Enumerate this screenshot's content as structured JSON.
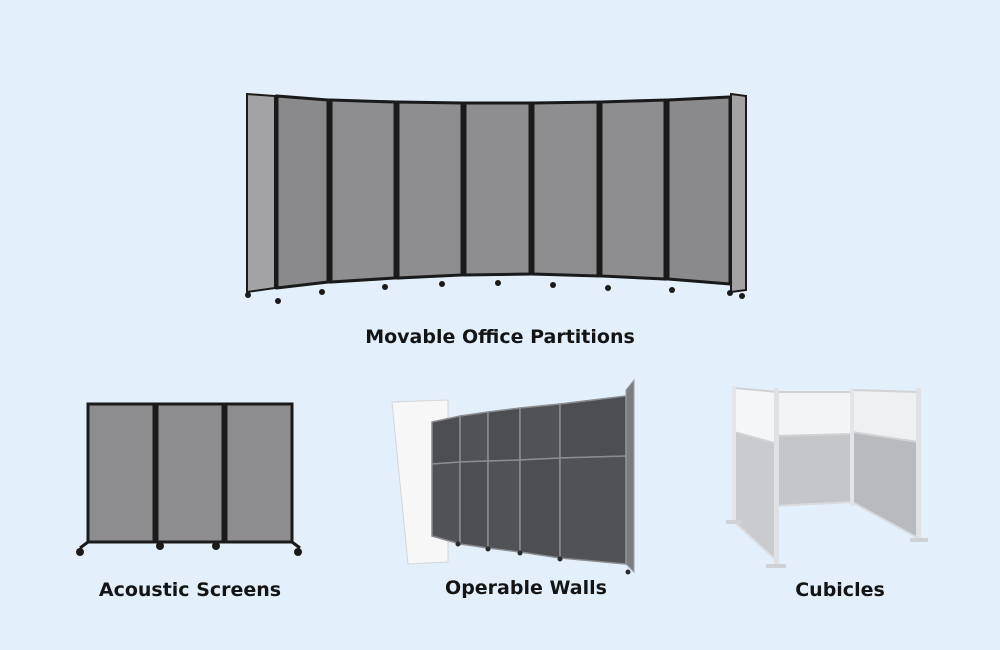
{
  "products": {
    "main": {
      "caption": "Movable Office Partitions"
    },
    "acoustic": {
      "caption": "Acoustic Screens"
    },
    "operable": {
      "caption": "Operable Walls"
    },
    "cubicles": {
      "caption": "Cubicles"
    }
  },
  "colors": {
    "background": "#e3f0fc",
    "panel_fabric": "#8d8d8f",
    "panel_fabric_light": "#a7a7a9",
    "frame": "#1a1a1a",
    "operable_fabric": "#4e5054",
    "cubicle_fabric": "#c2c4c7",
    "cubicle_glass": "#f2f4f6",
    "caption_text": "#141414"
  }
}
